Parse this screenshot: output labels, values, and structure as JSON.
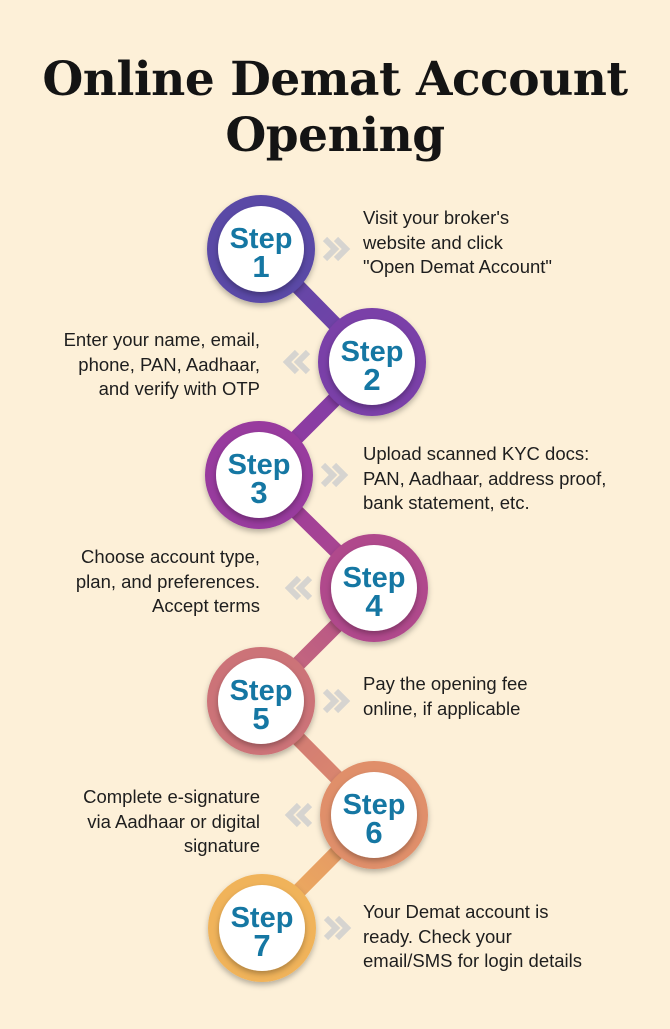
{
  "title": {
    "line1": "Online Demat Account",
    "line2": "Opening"
  },
  "step_word": "Step",
  "colors": {
    "background": "#fdf0d8",
    "label": "#1577a3",
    "chevron": "#d6d4d0"
  },
  "steps": [
    {
      "number": "1",
      "lines": [
        "Visit your broker's",
        "website and click",
        "\"Open Demat Account\""
      ],
      "ring_color": "#5a4aa6"
    },
    {
      "number": "2",
      "lines": [
        "Enter your name, email,",
        "phone, PAN, Aadhaar,",
        "and verify with OTP"
      ],
      "ring_color": "#7a3fa8"
    },
    {
      "number": "3",
      "lines": [
        "Upload scanned KYC docs:",
        "PAN, Aadhaar, address proof,",
        "bank statement, etc."
      ],
      "ring_color": "#983a9e"
    },
    {
      "number": "4",
      "lines": [
        "Choose account type,",
        "plan, and preferences.",
        "Accept terms"
      ],
      "ring_color": "#b04a8c"
    },
    {
      "number": "5",
      "lines": [
        "Pay the opening fee",
        "online, if applicable"
      ],
      "ring_color": "#cc7378"
    },
    {
      "number": "6",
      "lines": [
        "Complete e-signature",
        "via Aadhaar or digital",
        "signature"
      ],
      "ring_color": "#e08f6a"
    },
    {
      "number": "7",
      "lines": [
        "Your Demat account is",
        "ready. Check your",
        "email/SMS for login details"
      ],
      "ring_color": "#f0b35a"
    }
  ]
}
